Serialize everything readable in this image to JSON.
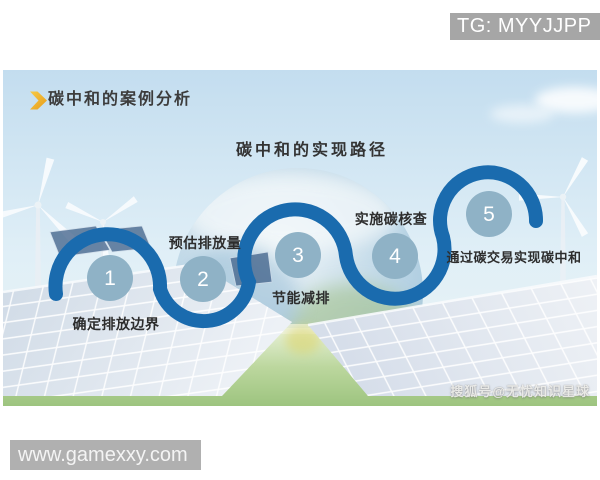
{
  "page": {
    "tg_badge": "TG: MYYJJPP",
    "site_badge": "www.gamexxy.com"
  },
  "slide": {
    "title": "碳中和的案例分析",
    "watermark": "搜狐号@无忧知识星球",
    "diagram": {
      "title": "碳中和的实现路径",
      "steps": [
        {
          "num": "1",
          "label": "确定排放边界"
        },
        {
          "num": "2",
          "label": "预估排放量"
        },
        {
          "num": "3",
          "label": "节能减排"
        },
        {
          "num": "4",
          "label": "实施碳核查"
        },
        {
          "num": "5",
          "label": "通过碳交易实现碳中和"
        }
      ]
    },
    "colors": {
      "wave": "#1a6bae",
      "step_circle": "#8fb2c6",
      "step_number": "#ffffff",
      "chevron": "#f0b32a",
      "badge_bg": "#a6a6a6"
    }
  }
}
